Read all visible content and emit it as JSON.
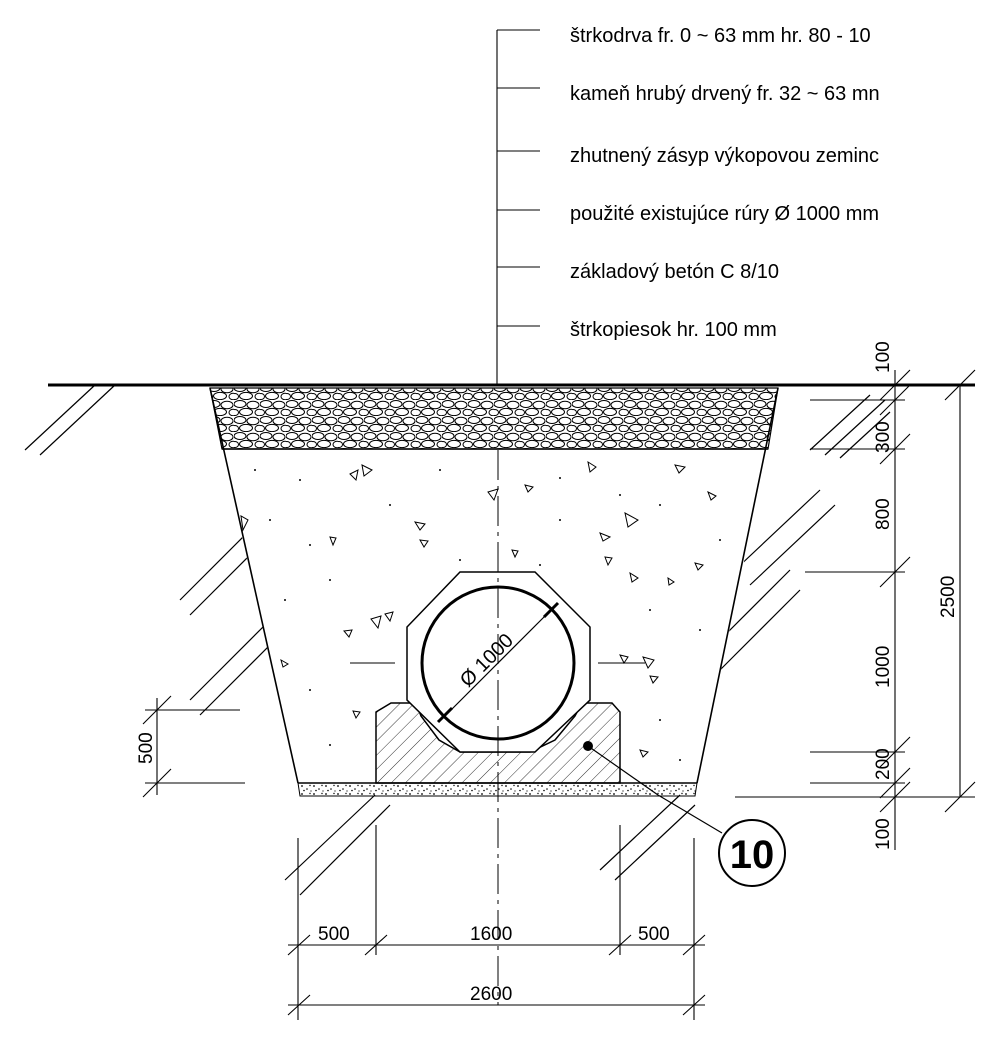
{
  "layer_labels": [
    "štrkodrva fr. 0 ~ 63 mm  hr. 80 - 10",
    "kameň hrubý drvený fr. 32 ~ 63 mn",
    "zhutnený zásyp výkopovou zeminc",
    "použité existujúce rúry Ø 1000 mm",
    "základový betón C 8/10",
    "štrkopiesok hr. 100 mm"
  ],
  "pipe_label": "Ø 1000",
  "callout_number": "10",
  "dimensions": {
    "right_layers": [
      "100",
      "300",
      "800",
      "1000",
      "200",
      "100"
    ],
    "total_height": "2500",
    "left_height": "500",
    "bottom_parts": [
      "500",
      "1600",
      "500"
    ],
    "bottom_total": "2600"
  }
}
